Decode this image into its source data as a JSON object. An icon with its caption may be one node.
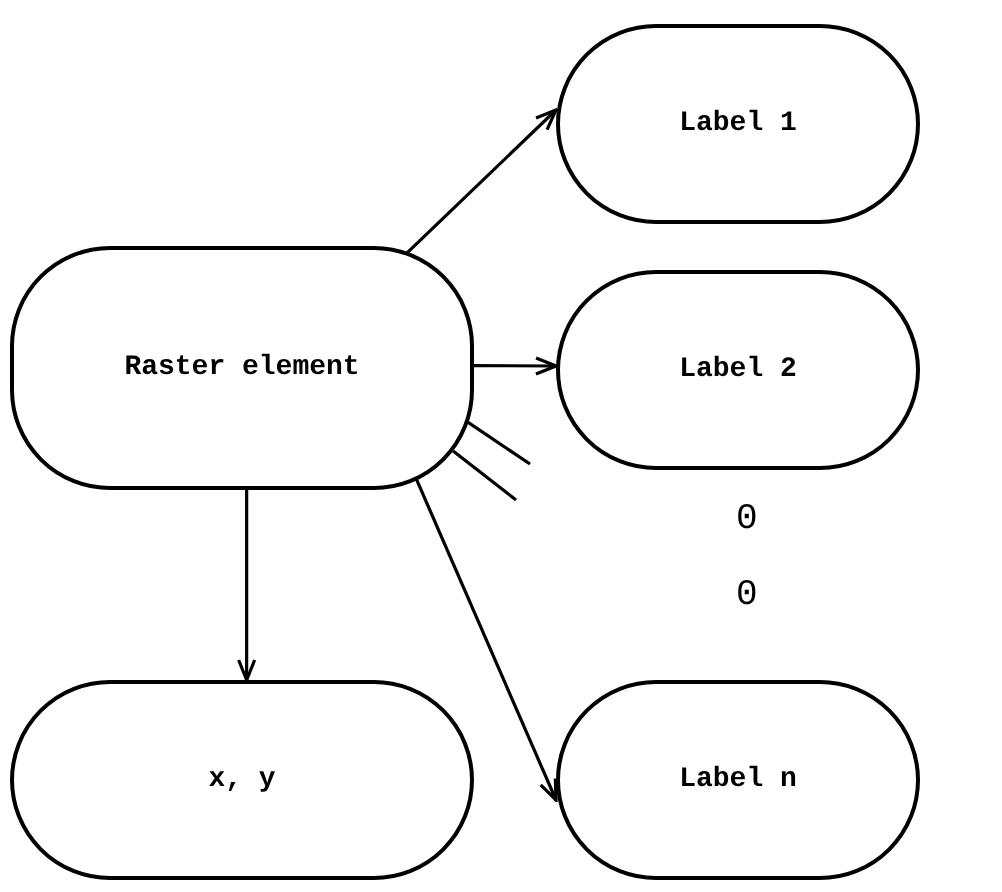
{
  "diagram": {
    "nodes": [
      {
        "text": [
          "Label 1"
        ]
      },
      {
        "text": [
          "Raster element"
        ]
      },
      {
        "text": [
          "Label 2"
        ]
      },
      {
        "text": [
          "x, y"
        ]
      },
      {
        "text": [
          "Label n"
        ]
      }
    ],
    "edges": [
      {
        "from": 1,
        "to": 0,
        "arrow": "to"
      },
      {
        "from": 1,
        "to": 2,
        "arrow": "to"
      },
      {
        "from": 1,
        "to": 3,
        "arrow": "to"
      },
      {
        "from": 1,
        "to": 4,
        "arrow": "to"
      },
      {
        "from": 1,
        "to": null,
        "arrow": "none"
      },
      {
        "from": 1,
        "to": null,
        "arrow": "none"
      }
    ],
    "labels": [
      "0",
      "0"
    ]
  }
}
